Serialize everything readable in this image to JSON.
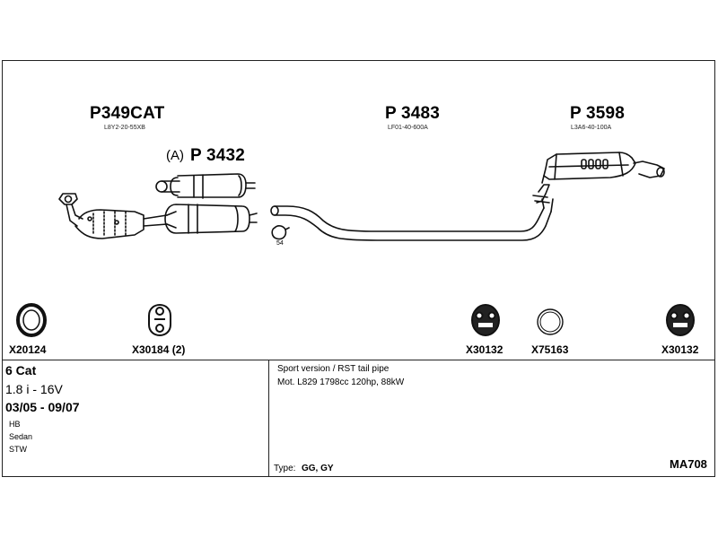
{
  "parts": {
    "cat": {
      "number": "P349CAT",
      "ref": "L8Y2-20-55XB"
    },
    "front_pipe": {
      "prefix": "(A)",
      "number": "P 3432"
    },
    "middle_pipe": {
      "number": "P 3483",
      "ref": "LF01-40-600A"
    },
    "rear_silencer": {
      "number": "P 3598",
      "ref": "L3A6-40-100A"
    },
    "clamp_label": "54"
  },
  "fittings": [
    {
      "code": "X20124",
      "icon": "ring-gasket-icon"
    },
    {
      "code": "X30184 (2)",
      "icon": "rubber-hanger-icon"
    },
    {
      "code": "X30132",
      "icon": "rubber-mount-icon"
    },
    {
      "code": "X75163",
      "icon": "thin-ring-icon"
    },
    {
      "code": "X30132",
      "icon": "rubber-mount-icon"
    }
  ],
  "info": {
    "cat_count": "6 Cat",
    "engine": "1.8 i - 16V",
    "years": "03/05 - 09/07",
    "body_types": [
      "HB",
      "Sedan",
      "STW"
    ],
    "notes": [
      "Sport version / RST tail pipe",
      "Mot. L829 1798cc 120hp, 88kW"
    ],
    "type_label": "Type:",
    "type_value": "GG, GY",
    "model_code": "MA708"
  }
}
